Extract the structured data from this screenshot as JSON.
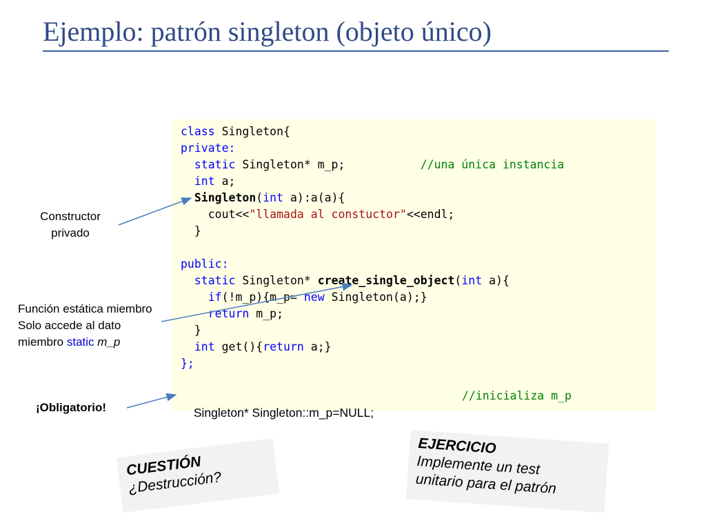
{
  "slide": {
    "title": "Ejemplo: patrón singleton (objeto único)"
  },
  "code": {
    "lines": [
      [
        {
          "t": "class Singleton{",
          "c": "kw-start"
        }
      ],
      [
        {
          "t": "private:",
          "c": "kw"
        }
      ],
      [
        {
          "t": "  ",
          "c": ""
        },
        {
          "t": "static",
          "c": "kw"
        },
        {
          "t": " Singleton* m_p;           ",
          "c": ""
        },
        {
          "t": "//una única instancia",
          "c": "cm"
        }
      ],
      [
        {
          "t": "  ",
          "c": ""
        },
        {
          "t": "int",
          "c": "kw"
        },
        {
          "t": " a;",
          "c": ""
        }
      ],
      [
        {
          "t": "  ",
          "c": ""
        },
        {
          "t": "Singleton",
          "c": "fn"
        },
        {
          "t": "(",
          "c": ""
        },
        {
          "t": "int",
          "c": "kw"
        },
        {
          "t": " a):a(a){",
          "c": ""
        }
      ],
      [
        {
          "t": "    cout<<",
          "c": ""
        },
        {
          "t": "\"llamada al constuctor\"",
          "c": "str"
        },
        {
          "t": "<<endl;",
          "c": ""
        }
      ],
      [
        {
          "t": "  }",
          "c": ""
        }
      ],
      [
        {
          "t": "",
          "c": ""
        }
      ],
      [
        {
          "t": "public:",
          "c": "kw"
        }
      ],
      [
        {
          "t": "  ",
          "c": ""
        },
        {
          "t": "static",
          "c": "kw"
        },
        {
          "t": " Singleton* ",
          "c": ""
        },
        {
          "t": "create_single_object",
          "c": "fn"
        },
        {
          "t": "(",
          "c": ""
        },
        {
          "t": "int",
          "c": "kw"
        },
        {
          "t": " a){",
          "c": ""
        }
      ],
      [
        {
          "t": "    ",
          "c": ""
        },
        {
          "t": "if",
          "c": "kw"
        },
        {
          "t": "(!m_p){m_p= ",
          "c": ""
        },
        {
          "t": "new",
          "c": "kw"
        },
        {
          "t": " Singleton(a);}",
          "c": ""
        }
      ],
      [
        {
          "t": "    ",
          "c": ""
        },
        {
          "t": "return",
          "c": "kw"
        },
        {
          "t": " m_p;",
          "c": ""
        }
      ],
      [
        {
          "t": "  }",
          "c": ""
        }
      ],
      [
        {
          "t": "  ",
          "c": ""
        },
        {
          "t": "int",
          "c": "kw"
        },
        {
          "t": " get(){",
          "c": ""
        },
        {
          "t": "return",
          "c": "kw"
        },
        {
          "t": " a;}",
          "c": ""
        }
      ],
      [
        {
          "t": "};",
          "c": "kw"
        }
      ],
      [
        {
          "t": "",
          "c": ""
        }
      ]
    ],
    "init_line_text": "Singleton* Singleton::m_p=NULL;",
    "init_line_comment": "//inicializa m_p"
  },
  "labels": {
    "constructor_line1": "Constructor",
    "constructor_line2": "privado",
    "static_line1": "Función estática miembro",
    "static_line2": "Solo accede al dato",
    "static_line3_a": "miembro ",
    "static_line3_b": "static",
    "static_line3_c": " m_p",
    "obligatorio": "¡Obligatorio!"
  },
  "notes": {
    "cuestion_heading": "CUESTIÓN",
    "cuestion_body": "¿Destrucción?",
    "ejercicio_heading": "EJERCICIO",
    "ejercicio_body_1": "Implemente un test",
    "ejercicio_body_2": "unitario para el patrón"
  },
  "colors": {
    "title": "#2e4a86",
    "code_background": "#ffffe6",
    "keyword": "#0000ff",
    "comment": "#008000",
    "arrow": "#4a7cc0"
  }
}
